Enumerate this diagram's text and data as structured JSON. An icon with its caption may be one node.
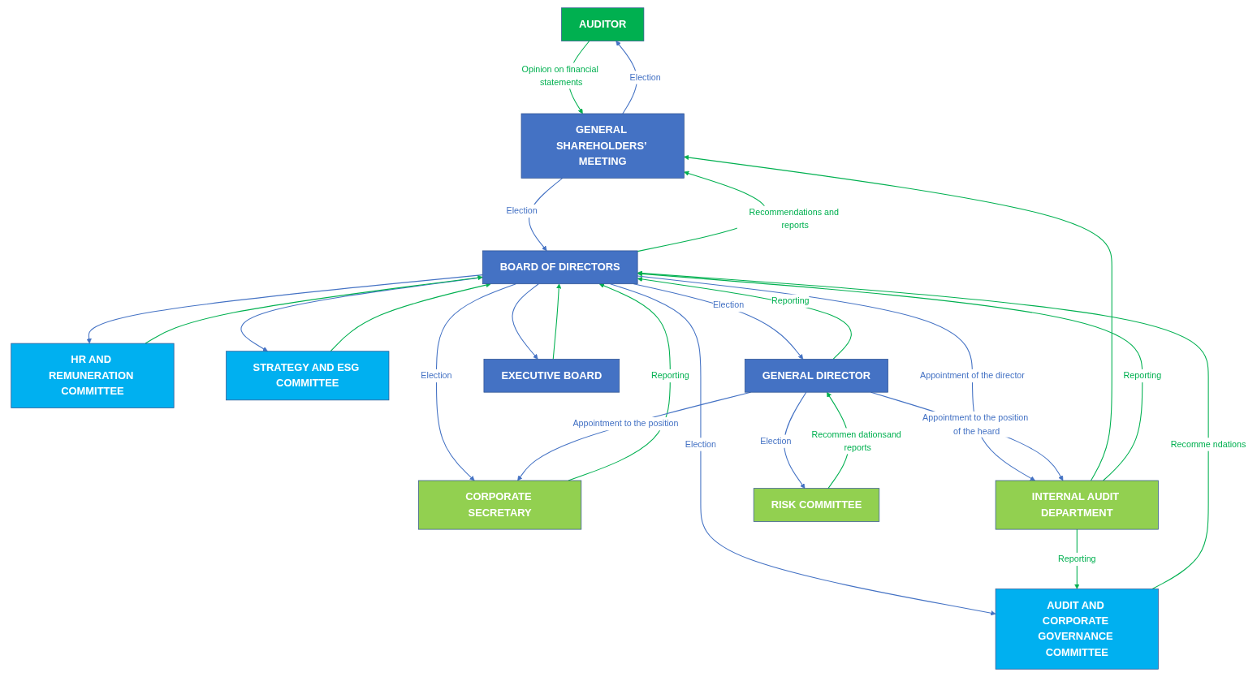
{
  "diagram": {
    "nodes": [
      {
        "text": [
          "AUDITOR"
        ]
      },
      {
        "text": [
          "GENERAL SHAREHOLDERS’ MEETING"
        ]
      },
      {
        "text": [
          "HR AND REMUNERATION COMMITTEE"
        ]
      },
      {
        "text": [
          "STRATEGY AND ESG COMMITTEE"
        ]
      },
      {
        "text": [
          "AUDIT AND CORPORATE GOVERNANCE COMMITTEE"
        ]
      },
      {
        "text": [
          "CORPORATE SECRETARY"
        ]
      },
      {
        "text": [
          "BOARD OF DIRECTORS"
        ]
      },
      {
        "text": [
          "INTERNAL AUDIT DEPARTMENT"
        ]
      },
      {
        "text": [
          "RISK COMMITTEE"
        ]
      },
      {
        "text": [
          "GENERAL DIRECTOR"
        ]
      },
      {
        "text": [
          "EXECUTIVE BOARD"
        ]
      }
    ],
    "edges": [
      {
        "from": 1,
        "to": 0,
        "arrow": "to",
        "label": "Election"
      },
      {
        "from": 0,
        "to": 1,
        "arrow": "to",
        "label": "Opinion on financial statements",
        "color": "#00b050"
      },
      {
        "from": 7,
        "to": 1,
        "arrow": "to",
        "color": "#00b050"
      },
      {
        "from": 1,
        "to": 6,
        "arrow": "to",
        "label": "Election"
      },
      {
        "from": 6,
        "to": 1,
        "arrow": "to",
        "label": "Recommendations and reports",
        "color": "#00b050"
      },
      {
        "from": 6,
        "to": 5,
        "arrow": "to",
        "label": "Election"
      },
      {
        "from": 5,
        "to": 6,
        "arrow": "to",
        "label": "Reporting",
        "color": "#00b050"
      },
      {
        "from": 6,
        "to": 7,
        "arrow": "to",
        "label": "Appointment of the director"
      },
      {
        "from": 7,
        "to": 6,
        "arrow": "to",
        "label": "Reporting",
        "color": "#00b050"
      },
      {
        "from": 6,
        "to": 2,
        "arrow": "to"
      },
      {
        "from": 6,
        "to": 3,
        "arrow": "to"
      },
      {
        "from": 6,
        "to": 4,
        "arrow": "to",
        "label": "Election"
      },
      {
        "from": 2,
        "to": 6,
        "arrow": "to",
        "color": "#00b050"
      },
      {
        "from": 3,
        "to": 6,
        "arrow": "to",
        "color": "#00b050"
      },
      {
        "from": 4,
        "to": 6,
        "arrow": "to",
        "label": "Recomme ndations",
        "color": "#00b050"
      },
      {
        "from": 9,
        "to": 7,
        "arrow": "to",
        "label": "Appointment to the position of the heard"
      },
      {
        "from": 9,
        "to": 5,
        "arrow": "to",
        "label": "Appointment to the position"
      },
      {
        "from": 6,
        "to": 9,
        "arrow": "to",
        "label": "Election"
      },
      {
        "from": 6,
        "to": 10,
        "arrow": "to"
      },
      {
        "from": 9,
        "to": 6,
        "arrow": "to",
        "label": "Reporting",
        "color": "#00b050"
      },
      {
        "from": 10,
        "to": 6,
        "arrow": "to",
        "color": "#00b050"
      },
      {
        "from": 9,
        "to": 8,
        "arrow": "to",
        "label": "Election"
      },
      {
        "from": 8,
        "to": 9,
        "arrow": "to",
        "label": "Recommen dationsand reports",
        "color": "#00b050"
      },
      {
        "from": 7,
        "to": 4,
        "arrow": "to",
        "label": "Reporting",
        "color": "#00b050"
      }
    ]
  }
}
